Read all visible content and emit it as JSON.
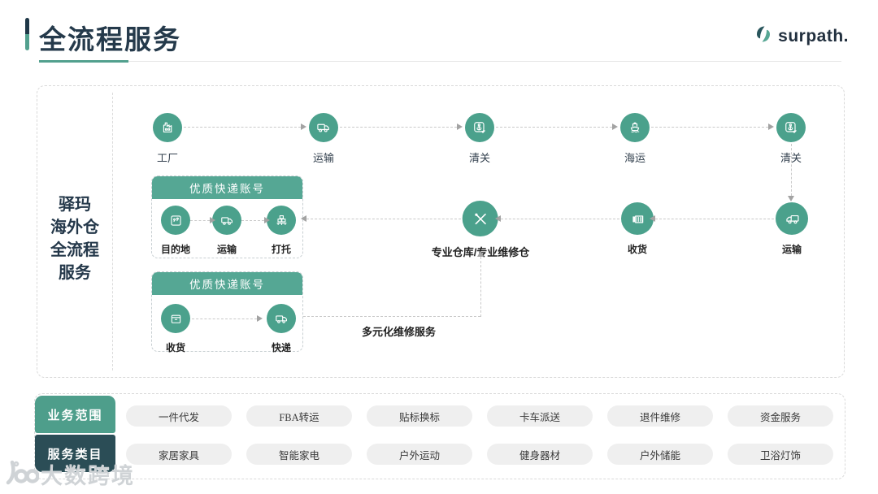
{
  "header": {
    "title": "全流程服务",
    "logo_text": "surpath."
  },
  "left_panel": {
    "lines": [
      "驿玛",
      "海外仓",
      "全流程",
      "服务"
    ]
  },
  "flow": {
    "top_row": [
      {
        "label": "工厂",
        "icon": "factory-icon"
      },
      {
        "label": "运输",
        "icon": "truck-icon"
      },
      {
        "label": "清关",
        "icon": "customs-anchor-icon"
      },
      {
        "label": "海运",
        "icon": "ship-icon"
      },
      {
        "label": "清关",
        "icon": "customs-anchor-icon"
      }
    ],
    "middle_row": [
      {
        "label": "专业仓库/专业维修仓",
        "icon": "crossed-tools-icon"
      },
      {
        "label": "收货",
        "icon": "container-icon"
      },
      {
        "label": "运输",
        "icon": "truck-left-icon"
      }
    ],
    "box1": {
      "header": "优质快递账号",
      "items": [
        {
          "label": "目的地",
          "icon": "destination-map-icon"
        },
        {
          "label": "运输",
          "icon": "truck-icon"
        },
        {
          "label": "打托",
          "icon": "pallet-icon"
        }
      ]
    },
    "box2": {
      "header": "优质快递账号",
      "items": [
        {
          "label": "收货",
          "icon": "parcel-icon"
        },
        {
          "label": "快递",
          "icon": "truck-icon"
        }
      ]
    },
    "repair_service_label": "多元化维修服务"
  },
  "bottom": {
    "rows": [
      {
        "header": "业务范围",
        "pills": [
          "一件代发",
          "FBA转运",
          "贴标换标",
          "卡车派送",
          "退件维修",
          "资金服务"
        ]
      },
      {
        "header": "服务类目",
        "pills": [
          "家居家具",
          "智能家电",
          "户外运动",
          "健身器材",
          "户外储能",
          "卫浴灯饰"
        ]
      }
    ]
  },
  "watermark": {
    "text": "大数跨境"
  },
  "colors": {
    "circle_green": "#4BA18C",
    "box_header_green": "#55A794",
    "block_green": "#4E9E8B",
    "block_dark_teal": "#2B4D56",
    "title_navy": "#253A4B",
    "accent_underline_green": "#52A08E",
    "pill_gray": "#EFEFEF"
  }
}
